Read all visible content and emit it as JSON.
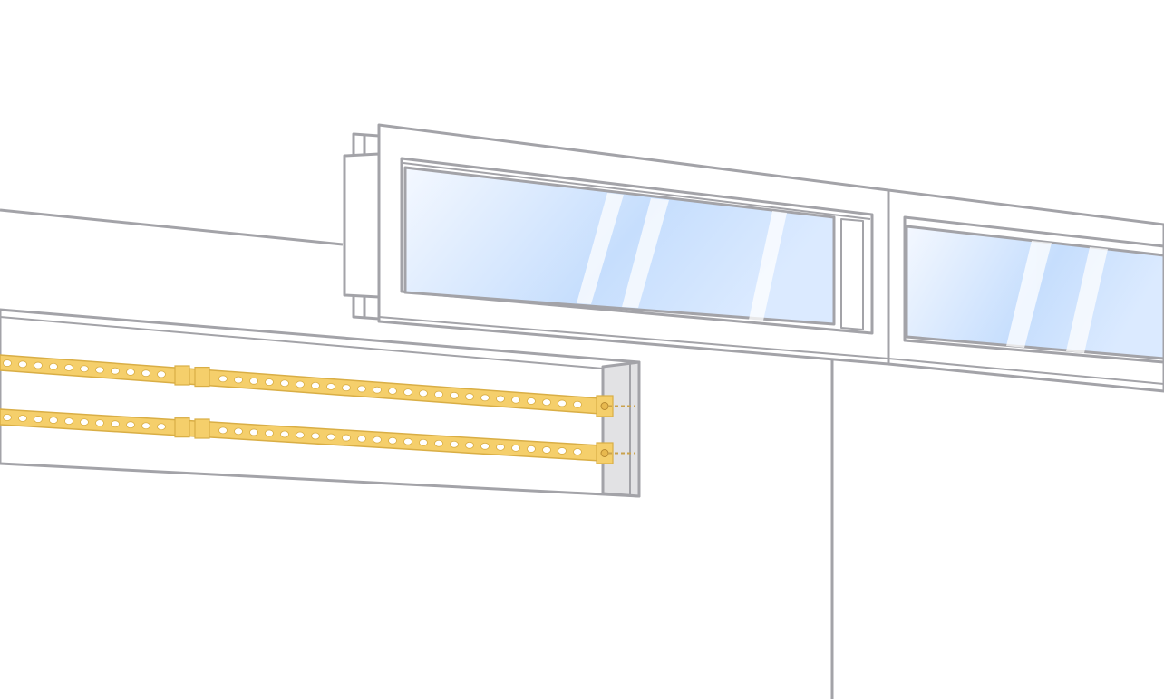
{
  "illustration": {
    "subject": "window-with-led-cove-lighting",
    "colors": {
      "outline": "#a3a3a8",
      "glass_light": "#eef5ff",
      "glass_dark": "#b8d8ff",
      "led_strip": "#f5cf6b",
      "led_strip_edge": "#d9ae45",
      "led_hole": "#ffffff",
      "endcap": "#e2e2e4"
    },
    "led_strips": [
      {
        "name": "upper-led-strip"
      },
      {
        "name": "lower-led-strip"
      }
    ],
    "window_panes": [
      {
        "name": "left-pane"
      },
      {
        "name": "right-pane"
      }
    ]
  }
}
